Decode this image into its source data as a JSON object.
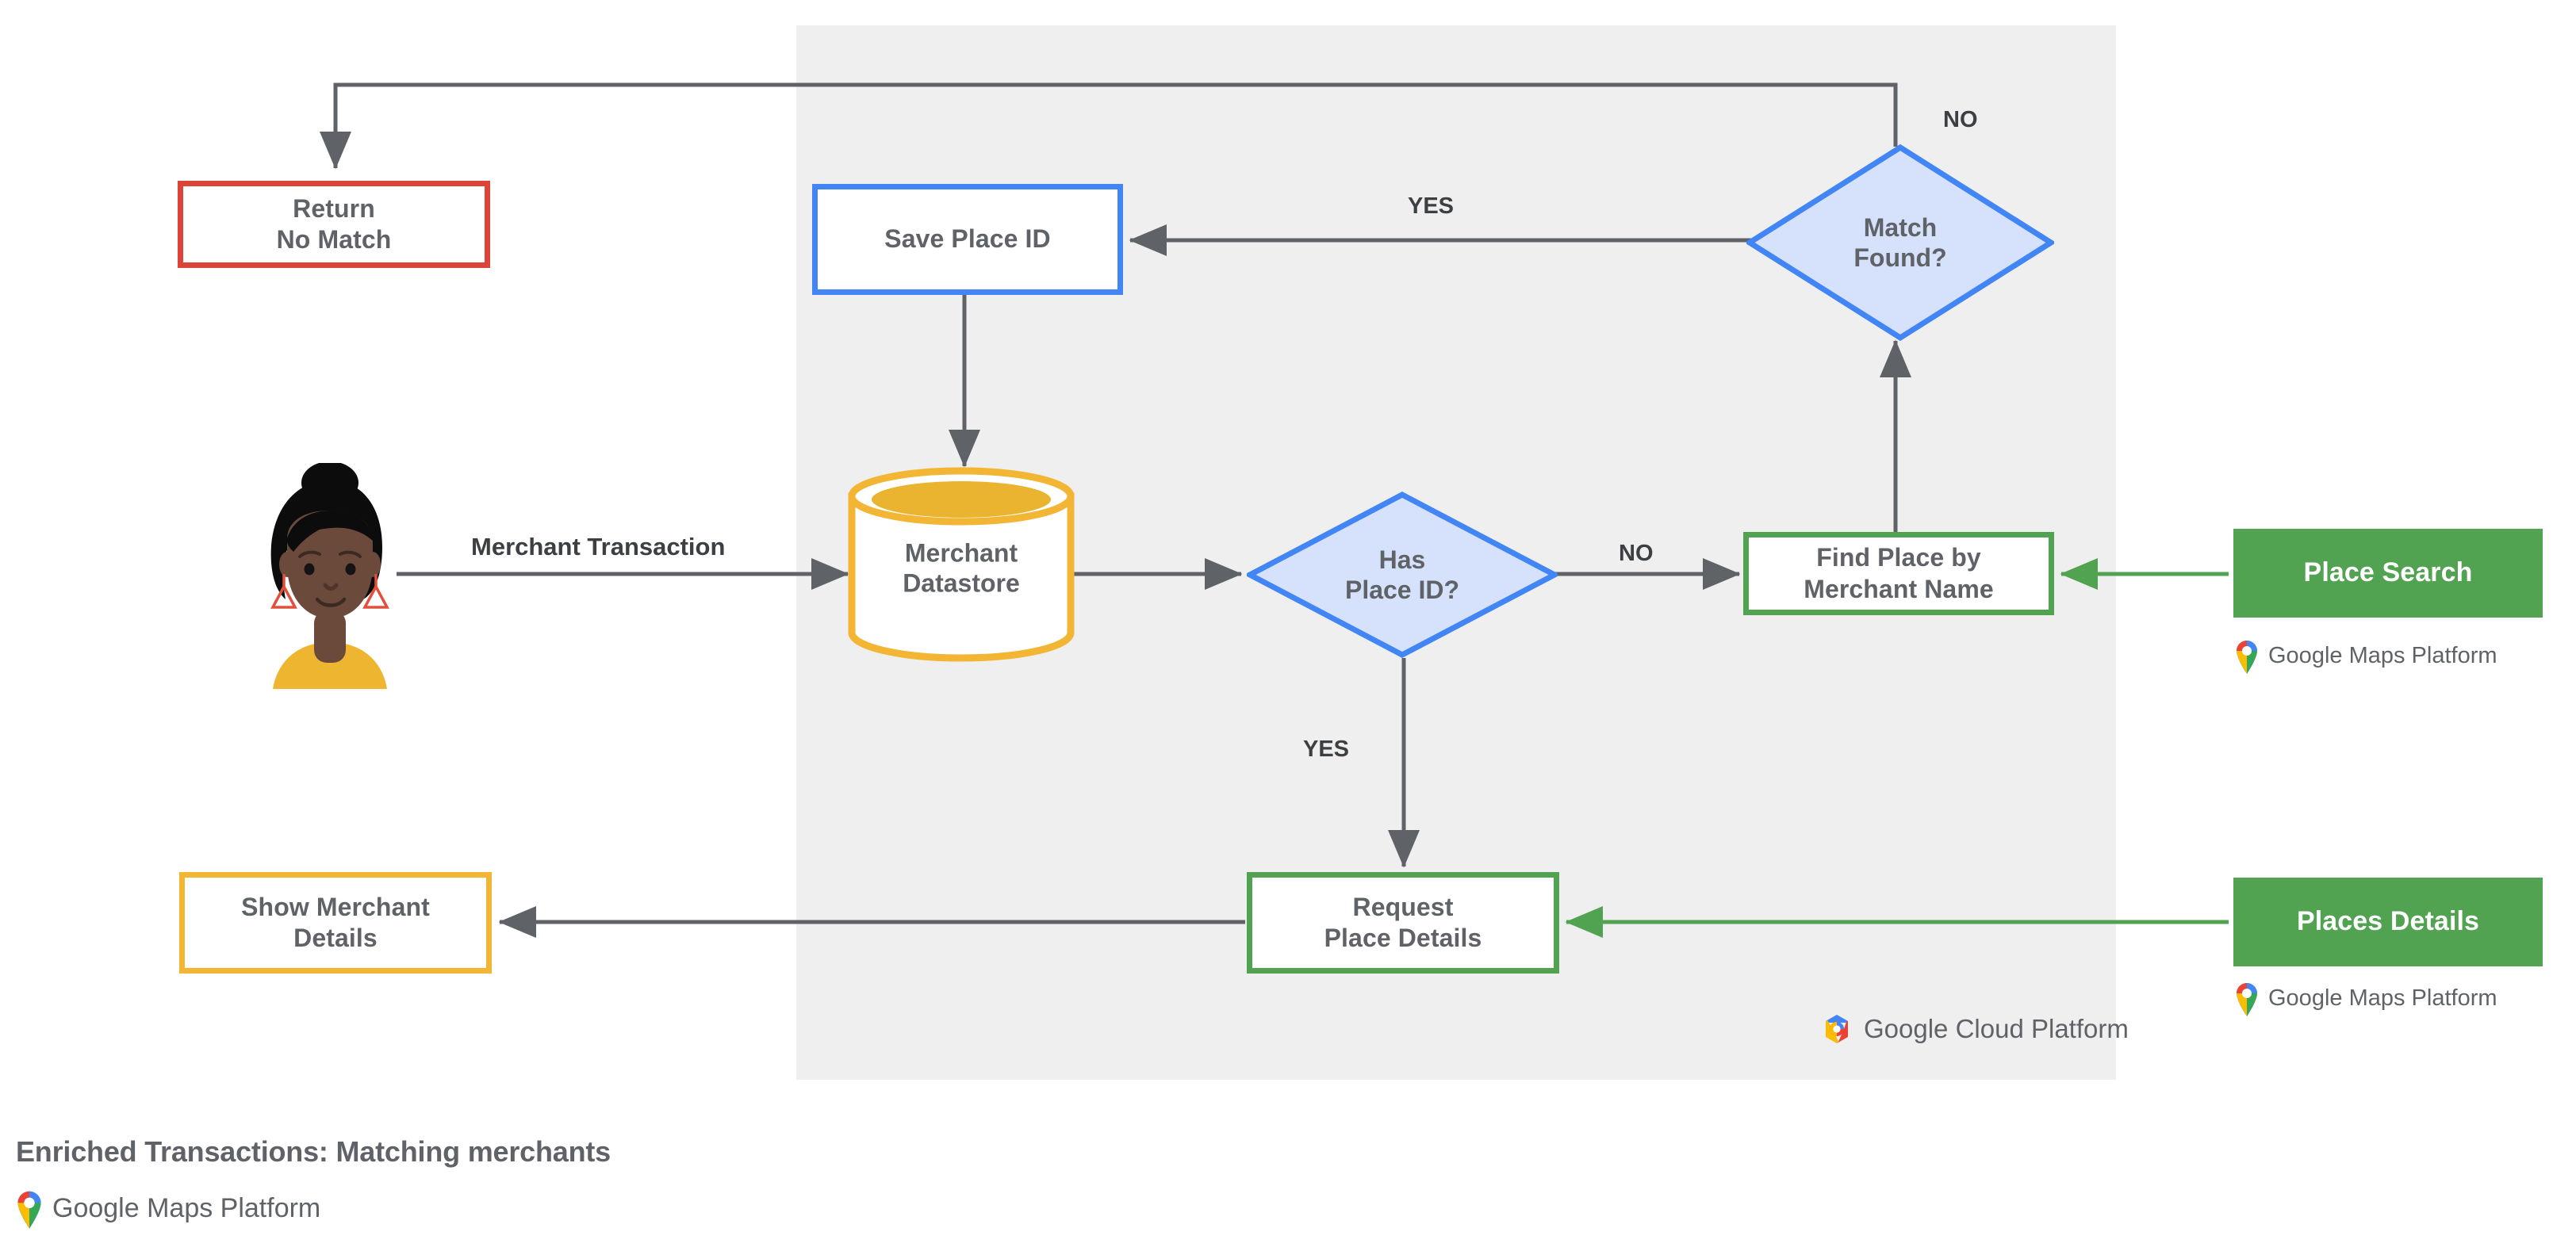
{
  "diagram": {
    "caption": "Enriched Transactions: Matching merchants",
    "panel_label": "google-cloud-platform-region",
    "colors": {
      "red": "#db4437",
      "blue": "#4285f4",
      "blue_fill": "#d6e2fb",
      "green": "#51a351",
      "yellow": "#f2b634",
      "panel_bg": "#efefef",
      "edge": "#5f6368",
      "text": "#5f6368"
    },
    "nodes": [
      {
        "id": "return-no-match",
        "label": "Return\nNo Match",
        "shape": "rect",
        "style": "outline-red"
      },
      {
        "id": "save-place-id",
        "label": "Save Place ID",
        "shape": "rect",
        "style": "outline-blue"
      },
      {
        "id": "match-found",
        "label": "Match\nFound?",
        "shape": "diamond",
        "style": "fill-blue"
      },
      {
        "id": "merchant-datastore",
        "label": "Merchant\nDatastore",
        "shape": "cylinder",
        "style": "outline-yellow"
      },
      {
        "id": "has-place-id",
        "label": "Has\nPlace ID?",
        "shape": "diamond",
        "style": "fill-blue"
      },
      {
        "id": "find-place",
        "label": "Find Place by\nMerchant Name",
        "shape": "rect",
        "style": "outline-green"
      },
      {
        "id": "place-search",
        "label": "Place Search",
        "shape": "rect",
        "style": "filled-green"
      },
      {
        "id": "request-details",
        "label": "Request\nPlace Details",
        "shape": "rect",
        "style": "outline-green"
      },
      {
        "id": "places-details",
        "label": "Places Details",
        "shape": "rect",
        "style": "filled-green"
      },
      {
        "id": "show-merchant",
        "label": "Show Merchant\nDetails",
        "shape": "rect",
        "style": "outline-yellow"
      }
    ],
    "edge_labels": {
      "merchant_transaction": "Merchant Transaction",
      "match_found_no": "NO",
      "match_found_yes": "YES",
      "has_place_id_no": "NO",
      "has_place_id_yes": "YES"
    },
    "edges": [
      {
        "from": "user",
        "to": "merchant-datastore",
        "label": "Merchant Transaction"
      },
      {
        "from": "merchant-datastore",
        "to": "has-place-id",
        "label": ""
      },
      {
        "from": "has-place-id",
        "to": "find-place",
        "label": "NO"
      },
      {
        "from": "has-place-id",
        "to": "request-details",
        "label": "YES"
      },
      {
        "from": "find-place",
        "to": "match-found",
        "label": ""
      },
      {
        "from": "match-found",
        "to": "save-place-id",
        "label": "YES"
      },
      {
        "from": "match-found",
        "to": "return-no-match",
        "label": "NO"
      },
      {
        "from": "save-place-id",
        "to": "merchant-datastore",
        "label": ""
      },
      {
        "from": "place-search",
        "to": "find-place",
        "label": ""
      },
      {
        "from": "places-details",
        "to": "request-details",
        "label": ""
      },
      {
        "from": "request-details",
        "to": "show-merchant",
        "label": ""
      }
    ],
    "logos": {
      "maps_platform": "Google Maps Platform",
      "cloud_platform": "Google Cloud Platform"
    }
  }
}
